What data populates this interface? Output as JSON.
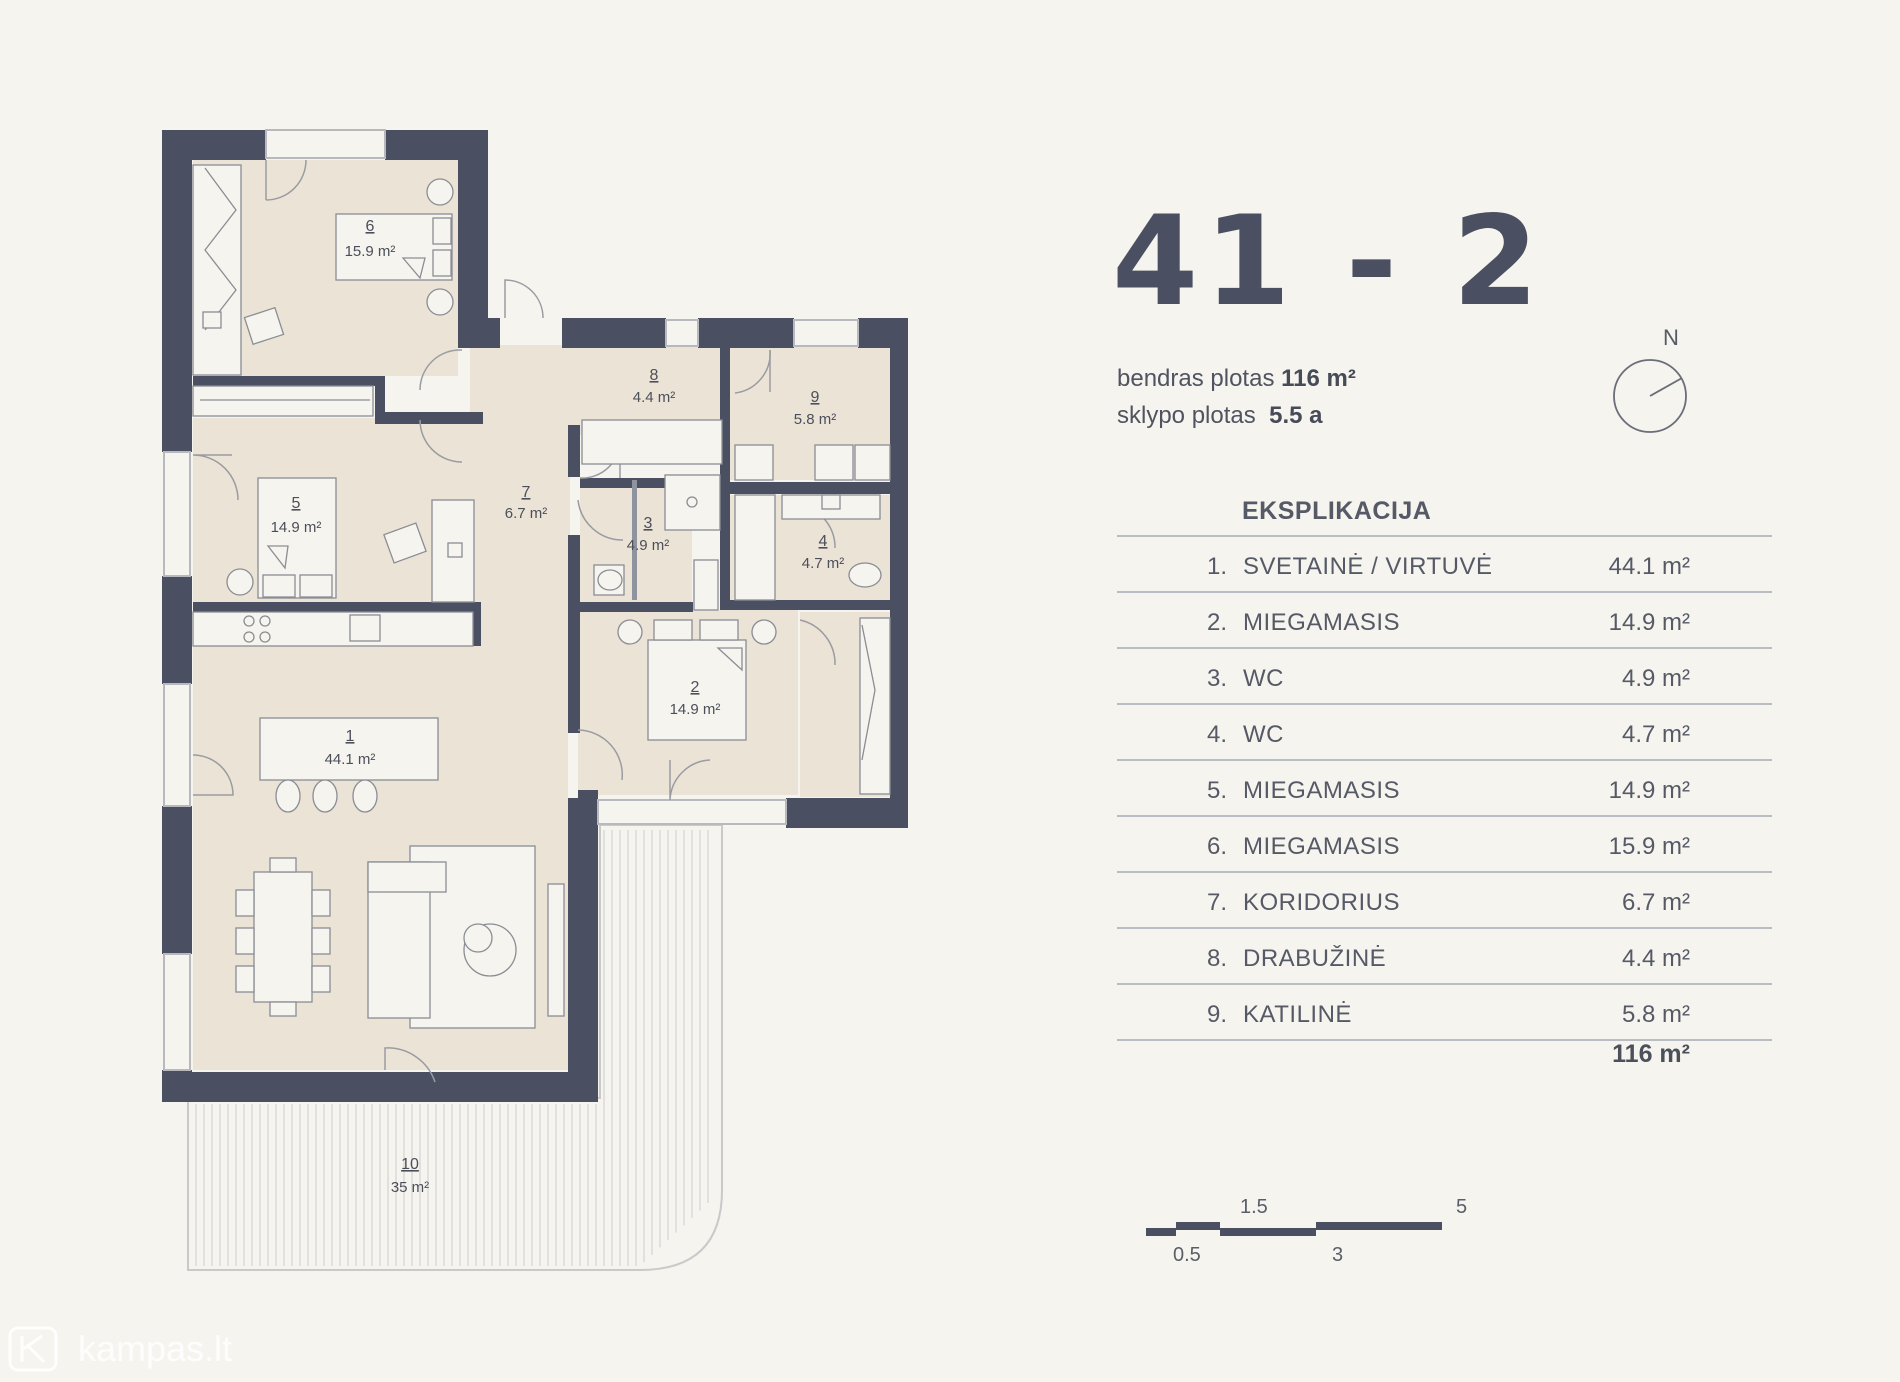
{
  "title": "41 - 2",
  "summary": {
    "total_label": "bendras plotas",
    "total_value": "116 m²",
    "plot_label": "sklypo plotas",
    "plot_value": "5.5 a"
  },
  "compass_label": "N",
  "explication": {
    "heading": "EKSPLIKACIJA",
    "rows": [
      {
        "index": "1.",
        "name": "SVETAINĖ / VIRTUVĖ",
        "area": "44.1 m²"
      },
      {
        "index": "2.",
        "name": "MIEGAMASIS",
        "area": "14.9 m²"
      },
      {
        "index": "3.",
        "name": "WC",
        "area": "4.9 m²"
      },
      {
        "index": "4.",
        "name": "WC",
        "area": "4.7 m²"
      },
      {
        "index": "5.",
        "name": "MIEGAMASIS",
        "area": "14.9 m²"
      },
      {
        "index": "6.",
        "name": "MIEGAMASIS",
        "area": "15.9 m²"
      },
      {
        "index": "7.",
        "name": "KORIDORIUS",
        "area": "6.7 m²"
      },
      {
        "index": "8.",
        "name": "DRABUŽINĖ",
        "area": "4.4 m²"
      },
      {
        "index": "9.",
        "name": "KATILINĖ",
        "area": "5.8 m²"
      }
    ],
    "total": "116 m²"
  },
  "rooms": [
    {
      "number": "1",
      "area": "44.1 m²"
    },
    {
      "number": "2",
      "area": "14.9 m²"
    },
    {
      "number": "3",
      "area": "4.9 m²"
    },
    {
      "number": "4",
      "area": "4.7 m²"
    },
    {
      "number": "5",
      "area": "14.9 m²"
    },
    {
      "number": "6",
      "area": "15.9 m²"
    },
    {
      "number": "7",
      "area": "6.7 m²"
    },
    {
      "number": "8",
      "area": "4.4 m²"
    },
    {
      "number": "9",
      "area": "5.8 m²"
    },
    {
      "number": "10",
      "area": "35 m²"
    }
  ],
  "scale": {
    "labels": [
      "0.5",
      "1.5",
      "3",
      "5"
    ]
  },
  "watermark": "kampas.lt",
  "colors": {
    "background": "#f6f4ef",
    "wall": "#4a5061",
    "floor": "#ebe3d6",
    "text": "#555a66"
  }
}
